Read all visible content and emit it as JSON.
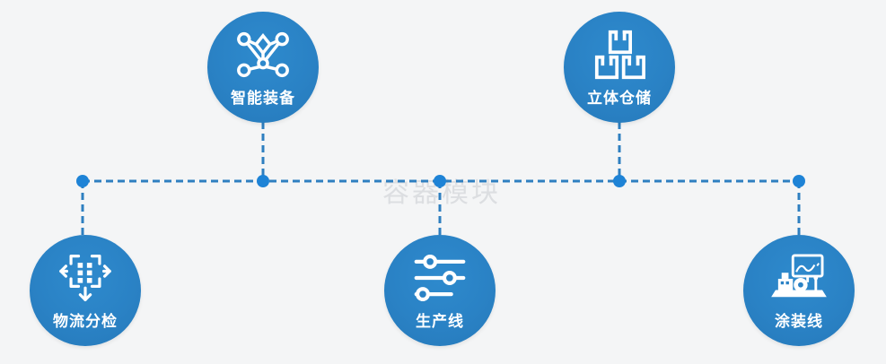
{
  "watermark": "容器模块",
  "colors": {
    "background": "#f4f5f6",
    "node_fill": "#2a82c5",
    "connector_line": "#2e7fc0",
    "junction_dot": "#1e83d6",
    "icon_color": "#ffffff",
    "label_color": "#ffffff",
    "watermark_color": "#c9ccd1"
  },
  "nodes": [
    {
      "label": "智能装备",
      "icon": "network-nodes-icon",
      "position": "top-left"
    },
    {
      "label": "立体仓储",
      "icon": "stacked-boxes-icon",
      "position": "top-right"
    },
    {
      "label": "物流分检",
      "icon": "sorting-arrows-icon",
      "position": "bottom-left"
    },
    {
      "label": "生产线",
      "icon": "sliders-icon",
      "position": "bottom-center"
    },
    {
      "label": "涂装线",
      "icon": "machine-monitor-icon",
      "position": "bottom-right"
    }
  ]
}
